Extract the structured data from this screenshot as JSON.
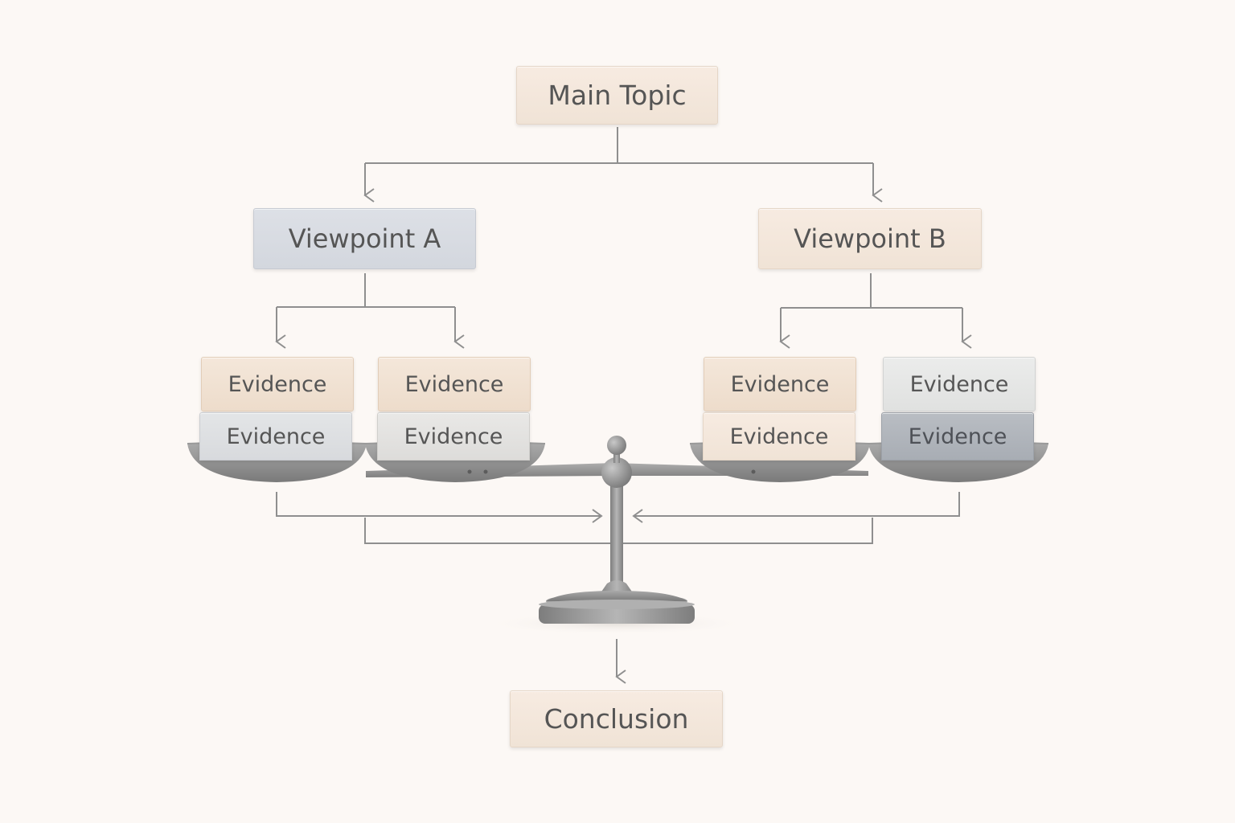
{
  "diagram": {
    "main_topic": "Main Topic",
    "viewpoint_a": "Viewpoint A",
    "viewpoint_b": "Viewpoint B",
    "evidence": {
      "a1_top": "Evidence",
      "a1_bottom": "Evidence",
      "a2_top": "Evidence",
      "a2_bottom": "Evidence",
      "b1_top": "Evidence",
      "b1_bottom": "Evidence",
      "b2_top": "Evidence",
      "b2_bottom": "Evidence"
    },
    "conclusion": "Conclusion"
  },
  "colors": {
    "background": "#fcf8f5",
    "connector": "#8f8f8f",
    "scale_metal": "#8a8a8a"
  }
}
